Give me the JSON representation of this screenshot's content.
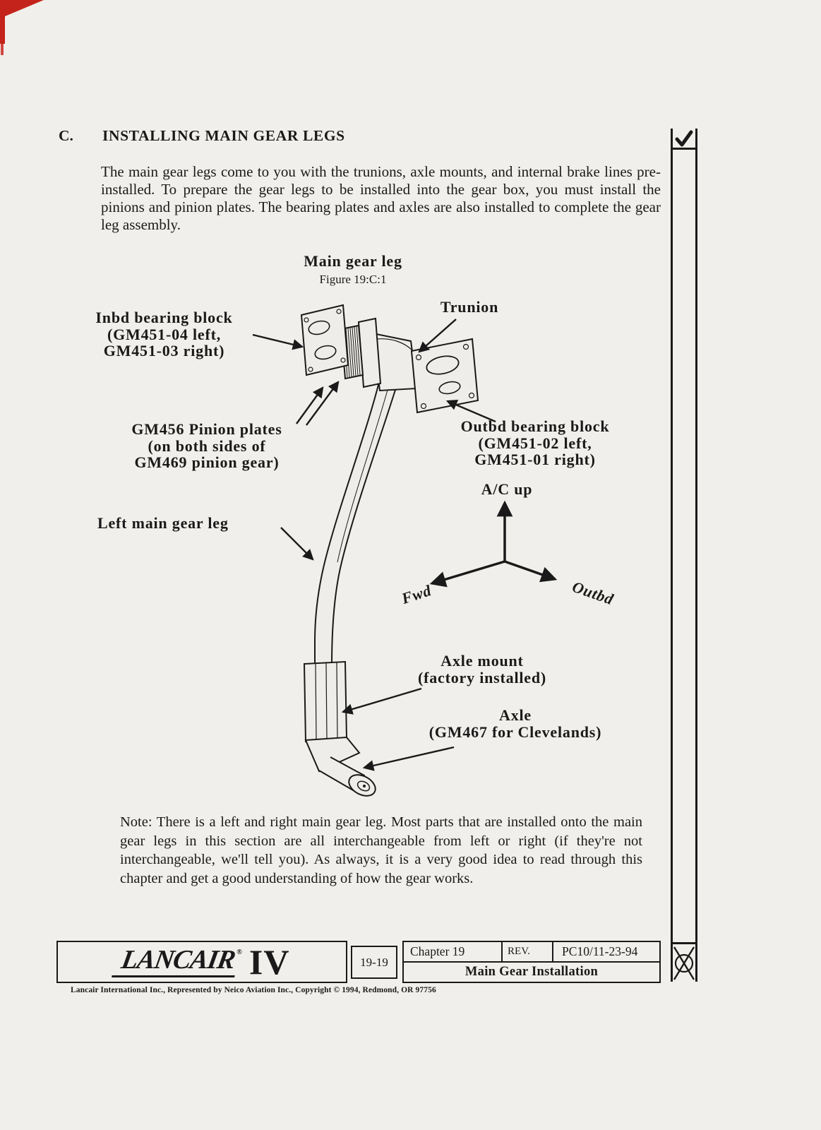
{
  "header": {
    "section_letter": "C.",
    "section_title": "INSTALLING MAIN GEAR LEGS"
  },
  "intro": "The main gear legs come to you with the trunions, axle mounts, and internal brake lines pre-installed. To prepare the gear legs to be installed into the gear box, you must install the pinions and pinion plates. The bearing plates and axles are also installed to complete the gear leg assembly.",
  "figure": {
    "title": "Main gear leg",
    "caption": "Figure 19:C:1",
    "labels": {
      "inbd_bearing_block": "Inbd bearing block\n(GM451-04 left,\nGM451-03 right)",
      "trunion": "Trunion",
      "pinion_plates": "GM456 Pinion plates\n(on both sides of\nGM469 pinion gear)",
      "outbd_bearing_block": "Outbd bearing block\n(GM451-02 left,\nGM451-01 right)",
      "ac_up": "A/C up",
      "fwd": "Fwd",
      "outbd": "Outbd",
      "left_main_gear_leg": "Left main gear leg",
      "axle_mount": "Axle mount\n(factory installed)",
      "axle": "Axle\n(GM467 for Clevelands)"
    }
  },
  "note": "Note: There is a left and right main gear leg. Most parts that are installed onto the main gear legs in this section are all interchangeable from left or right (if they're not interchangeable, we'll tell you). As always, it is a very good idea to read through this chapter and get a good understanding of how the gear works.",
  "footer": {
    "logo_script": "LANCAIR",
    "logo_reg": "®",
    "logo_numeral": "IV",
    "page_number": "19-19",
    "chapter": "Chapter 19",
    "rev_label": "REV.",
    "rev_value": "PC10/11-23-94",
    "doc_title": "Main Gear Installation",
    "copyright": "Lancair International Inc., Represented by Neico Aviation Inc., Copyright © 1994, Redmond, OR 97756"
  }
}
